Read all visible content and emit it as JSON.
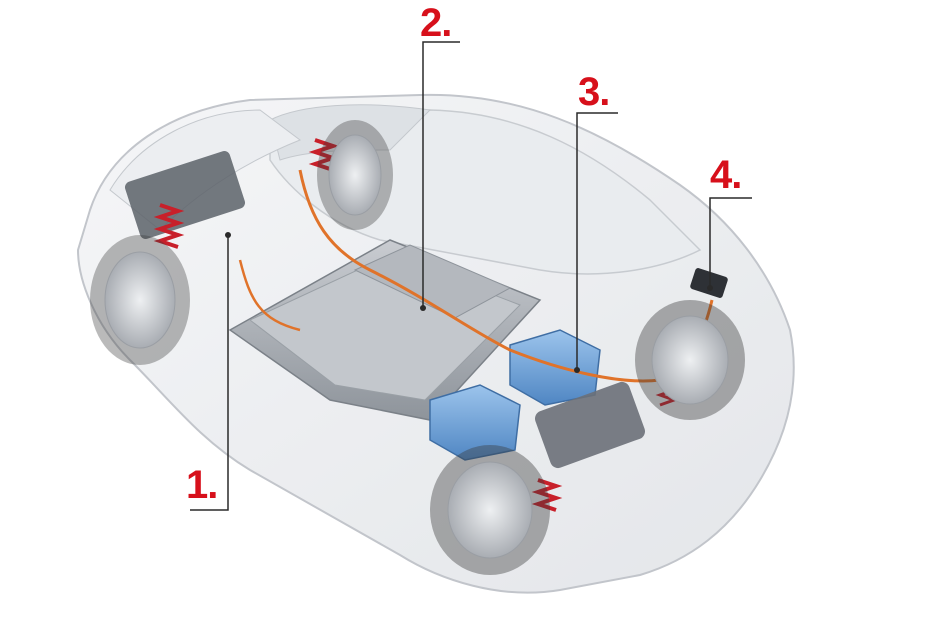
{
  "diagram": {
    "subject": "cutaway-electric-car",
    "colors": {
      "callout_number": "#d7101b",
      "leader_line": "#2a2a2a",
      "body_outline": "#b8bcc2",
      "glass": "#e9ecef",
      "battery": "#9aa0a6",
      "battery_top": "#c3c7cc",
      "coolant_tank": "#6fa3d8",
      "cable": "#e0732a",
      "spring": "#c8202a",
      "tire": "#3a3a3a",
      "rim": "#c9ccd1"
    },
    "callouts": [
      {
        "id": "callout-1",
        "label": "1."
      },
      {
        "id": "callout-2",
        "label": "2."
      },
      {
        "id": "callout-3",
        "label": "3."
      },
      {
        "id": "callout-4",
        "label": "4."
      }
    ]
  }
}
